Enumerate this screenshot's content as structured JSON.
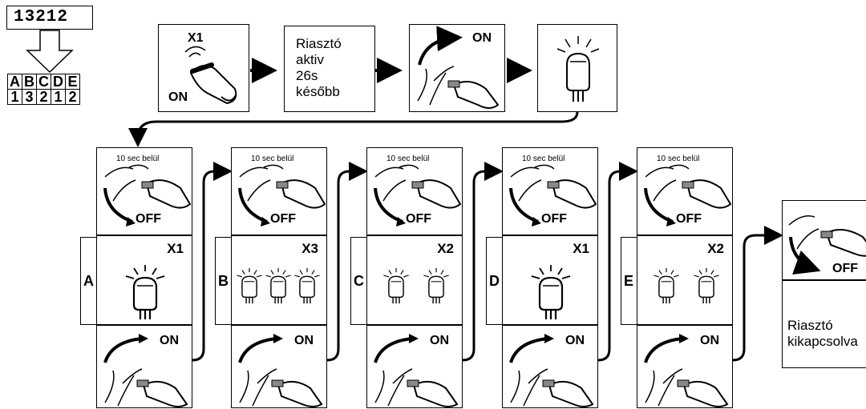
{
  "code": "13212",
  "table": {
    "letters": [
      "A",
      "B",
      "C",
      "D",
      "E"
    ],
    "digits": [
      "1",
      "3",
      "2",
      "1",
      "2"
    ]
  },
  "step1": {
    "label": "X1",
    "state": "ON"
  },
  "step2": {
    "lines": [
      "Riasztó",
      "aktiv",
      "26s",
      "később"
    ]
  },
  "step3": {
    "state": "ON"
  },
  "columns": [
    {
      "letter": "A",
      "timer": "10 sec belül",
      "off": "OFF",
      "count": "X1",
      "on": "ON"
    },
    {
      "letter": "B",
      "timer": "10 sec belül",
      "off": "OFF",
      "count": "X3",
      "on": "ON"
    },
    {
      "letter": "C",
      "timer": "10 sec belül",
      "off": "OFF",
      "count": "X2",
      "on": "ON"
    },
    {
      "letter": "D",
      "timer": "10 sec belül",
      "off": "OFF",
      "count": "X1",
      "on": "ON"
    },
    {
      "letter": "E",
      "timer": "10 sec belül",
      "off": "OFF",
      "count": "X2",
      "on": "ON"
    }
  ],
  "final": {
    "off": "OFF",
    "lines": [
      "Riasztó",
      "kikapcsolva"
    ]
  }
}
